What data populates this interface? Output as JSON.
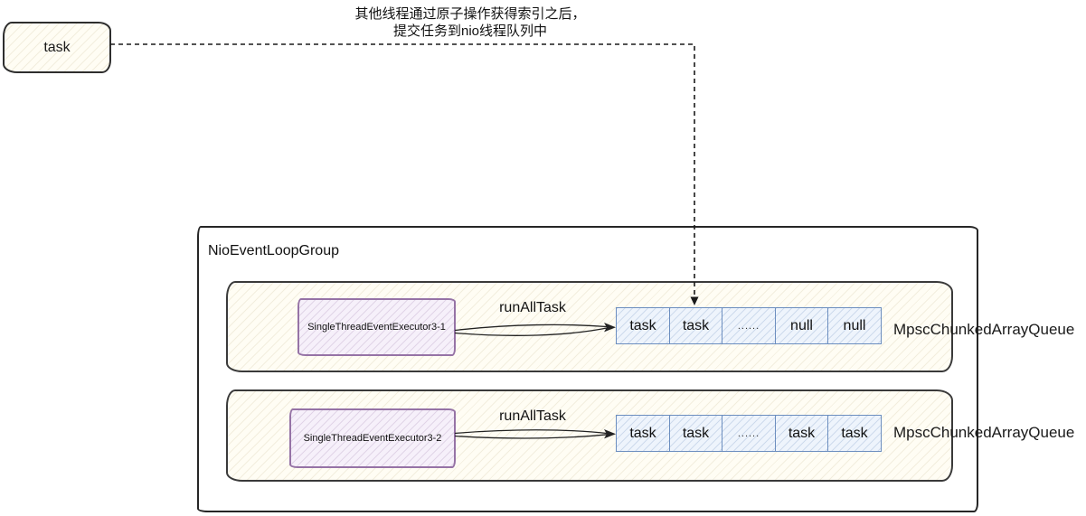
{
  "annotation": {
    "line1": "其他线程通过原子操作获得索引之后，",
    "line2": "提交任务到nio线程队列中"
  },
  "task_box": {
    "label": "task"
  },
  "group": {
    "title": "NioEventLoopGroup",
    "rows": [
      {
        "executor": "SingleThreadEventExecutor3-1",
        "arrow_label": "runAllTask",
        "cells": [
          "task",
          "task",
          "......",
          "null",
          "null"
        ],
        "queue_label": "MpscChunkedArrayQueue"
      },
      {
        "executor": "SingleThreadEventExecutor3-2",
        "arrow_label": "runAllTask",
        "cells": [
          "task",
          "task",
          "......",
          "task",
          "task"
        ],
        "queue_label": "MpscChunkedArrayQueue"
      }
    ]
  },
  "colors": {
    "box_border": "#2e2e2e",
    "row_border": "#3a3a3a",
    "purple_border": "#9673a6",
    "purple_fill": "#f6f0fa",
    "blue_border": "#6c8ebf",
    "blue_fill": "#eef4fc",
    "cream_fill": "#fffdf4",
    "arrow": "#1a1a1a"
  }
}
